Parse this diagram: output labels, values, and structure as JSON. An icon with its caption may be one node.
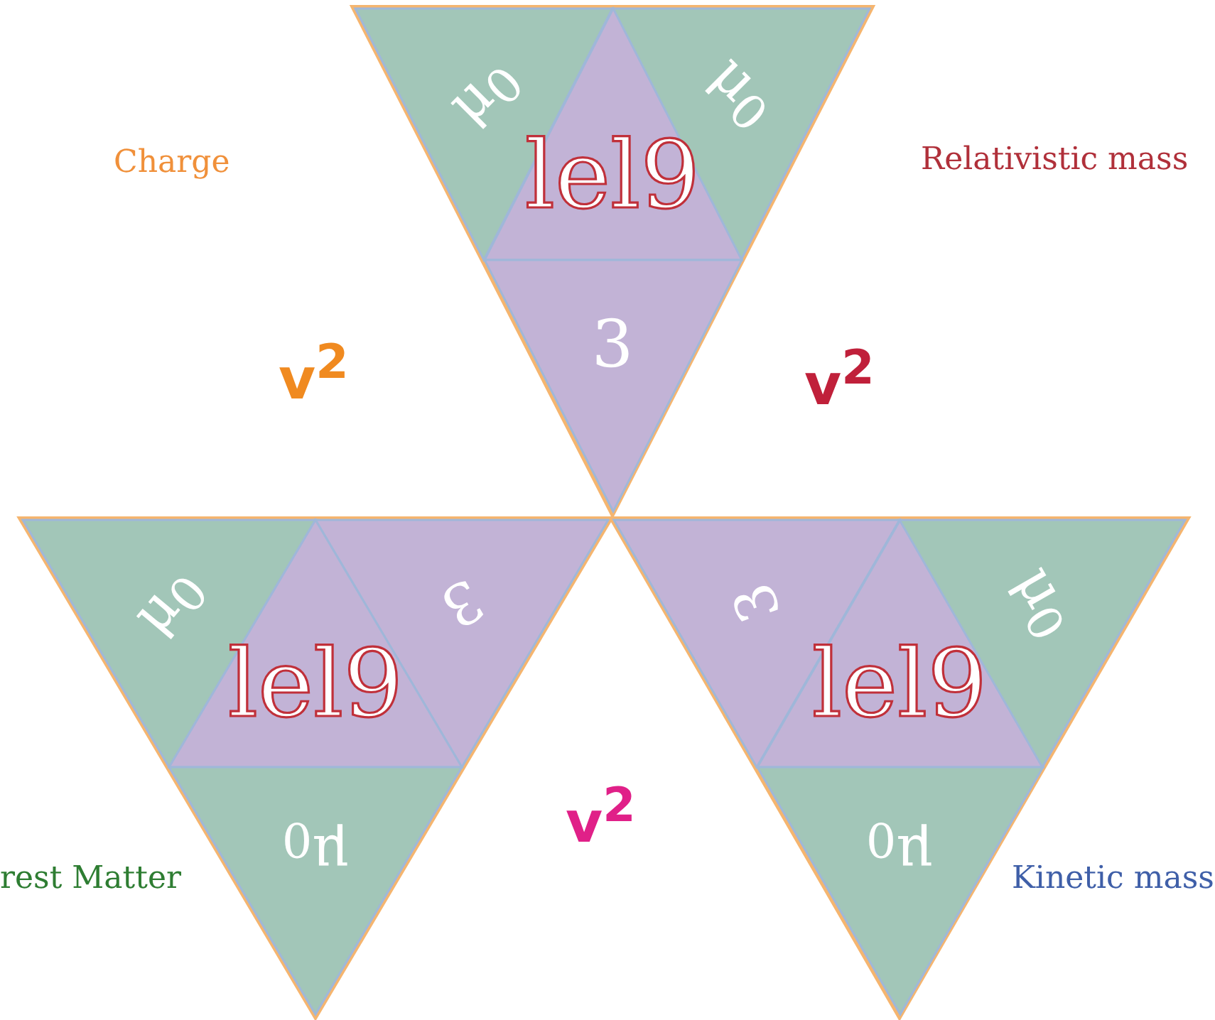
{
  "diagram": {
    "nodes": [
      {
        "text": [],
        "shape": "triangle"
      },
      {
        "text": [
          "μ$_{0}$"
        ],
        "in": 0
      },
      {
        "text": [
          "μ$_{0}$"
        ],
        "in": 0
      },
      {
        "text": [
          "lel9"
        ],
        "in": 0
      },
      {
        "text": [
          "3"
        ],
        "in": 0
      },
      {
        "text": [],
        "shape": "triangle"
      },
      {
        "text": [
          "μ$_{0}$"
        ],
        "in": 5
      },
      {
        "text": [
          "3"
        ],
        "in": 5
      },
      {
        "text": [
          "lel9"
        ],
        "in": 5
      },
      {
        "text": [
          "μ$_{0}$"
        ],
        "in": 5
      },
      {
        "text": [],
        "shape": "triangle"
      },
      {
        "text": [
          "3"
        ],
        "in": 10
      },
      {
        "text": [
          "lel9"
        ],
        "in": 10
      },
      {
        "text": [
          "μ$_{0}$"
        ],
        "in": 10
      },
      {
        "text": [
          "μ$_{0}$"
        ],
        "in": 10
      }
    ],
    "edges": [],
    "labels": [
      "Charge",
      "Relativistic mass",
      "v$^{2}$",
      "v$^{2}$",
      "rest Matter",
      "v$^{2}$",
      "Kinetic mass"
    ]
  }
}
